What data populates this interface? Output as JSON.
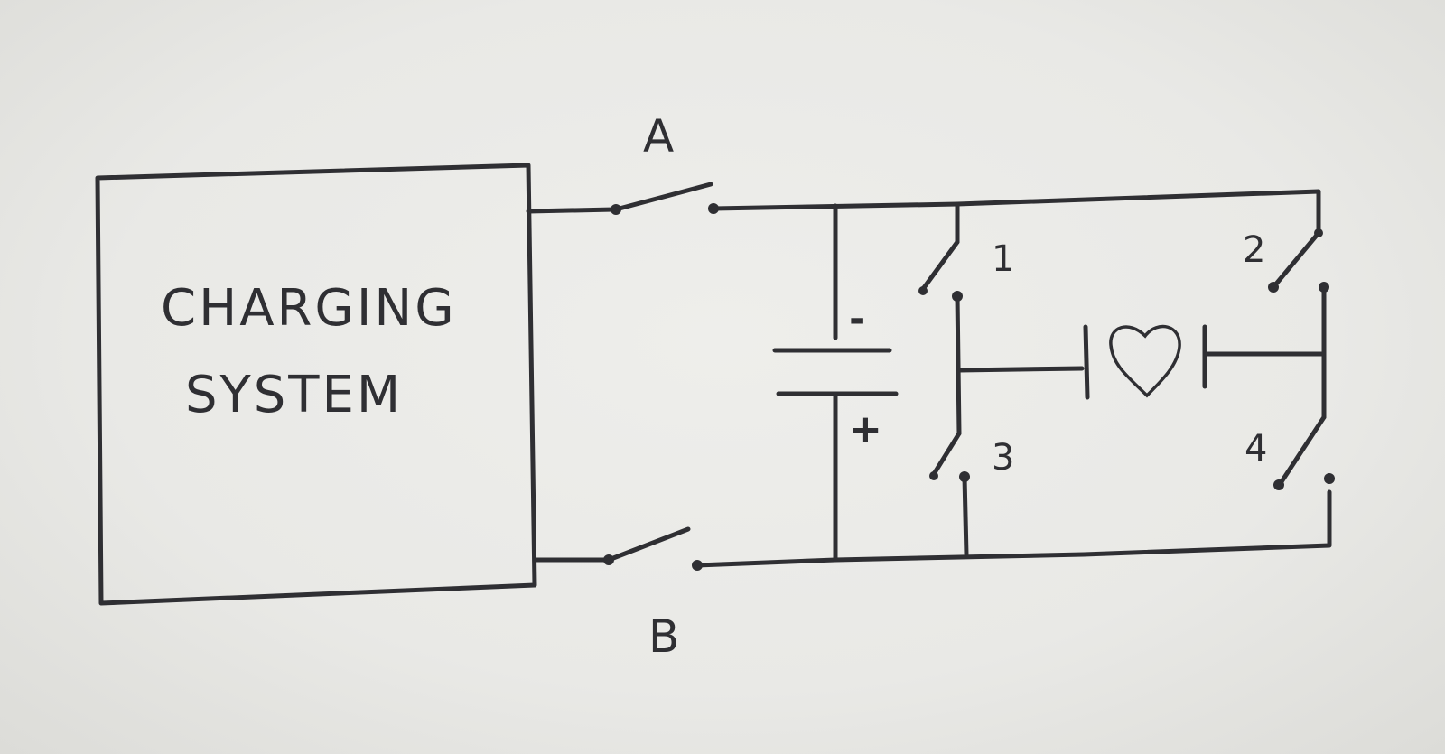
{
  "box": {
    "line1": "CHARGING",
    "line2": "SYSTEM"
  },
  "switches": {
    "a": "A",
    "b": "B",
    "s1": "1",
    "s2": "2",
    "s3": "3",
    "s4": "4"
  },
  "battery": {
    "minus": "-",
    "plus": "+"
  },
  "ink_color": "#2f2f33",
  "paper_color": "#ebebe8"
}
